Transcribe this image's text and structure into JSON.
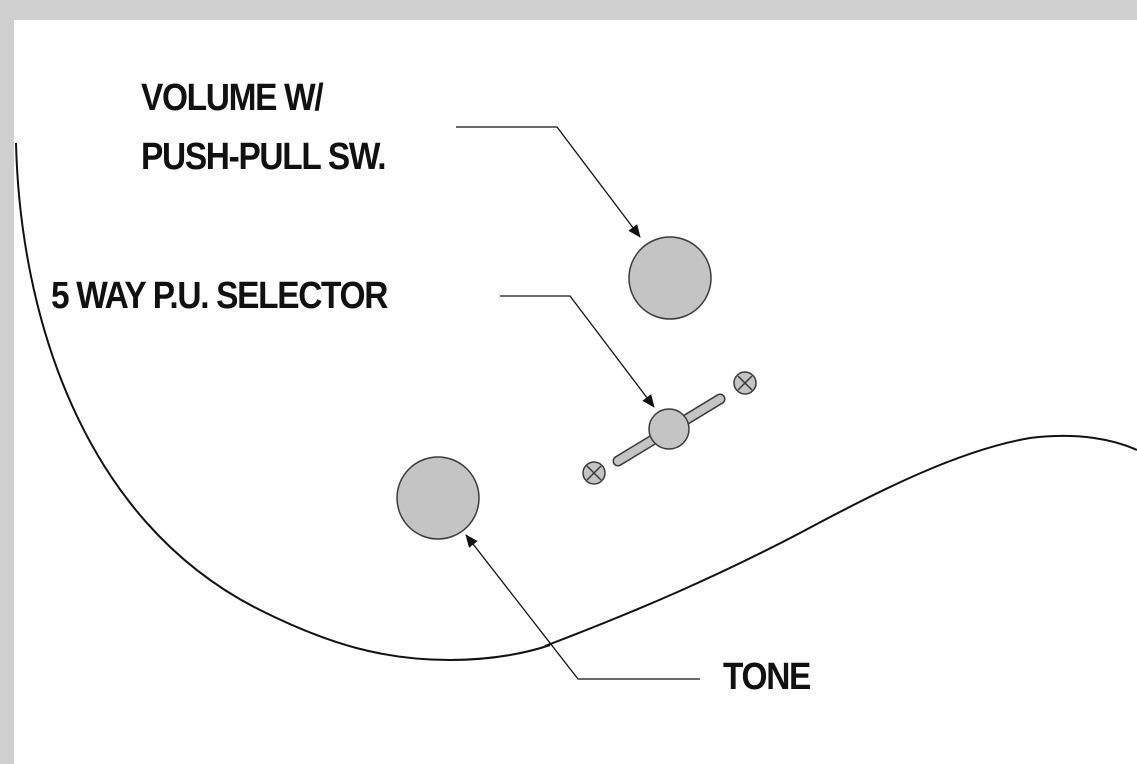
{
  "labels": {
    "volume_line1": "VOLUME W/",
    "volume_line2": "PUSH-PULL SW.",
    "selector": "5 WAY P.U. SELECTOR",
    "tone": "TONE"
  },
  "colors": {
    "background": "#cfcfcf",
    "panel": "#ffffff",
    "knob_fill": "#c4c4c4",
    "outline": "#3a3a3a",
    "text": "#111111"
  }
}
